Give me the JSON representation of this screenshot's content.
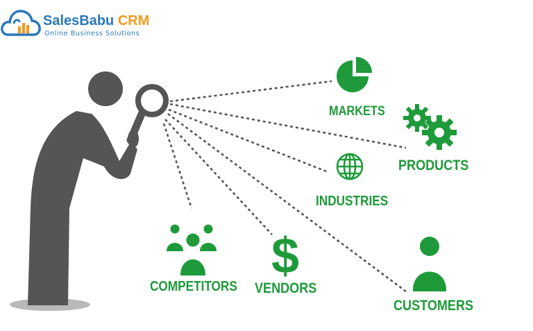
{
  "brand": {
    "name_main": "SalesBabu",
    "name_accent": "CRM",
    "tagline": "Online Business Solutions",
    "logo_icon": "cloud-chart-icon"
  },
  "colors": {
    "accent_green": "#1e9a3a",
    "figure_gray": "#555555",
    "brand_blue": "#2a77b8",
    "brand_orange": "#f39a1e"
  },
  "targets": [
    {
      "id": "markets",
      "label": "MARKETS",
      "icon": "pie-chart-icon"
    },
    {
      "id": "products",
      "label": "PRODUCTS",
      "icon": "gears-icon"
    },
    {
      "id": "industries",
      "label": "INDUSTRIES",
      "icon": "globe-icon"
    },
    {
      "id": "competitors",
      "label": "COMPETITORS",
      "icon": "people-group-icon"
    },
    {
      "id": "vendors",
      "label": "VENDORS",
      "icon": "dollar-icon"
    },
    {
      "id": "customers",
      "label": "CUSTOMERS",
      "icon": "person-icon"
    }
  ]
}
